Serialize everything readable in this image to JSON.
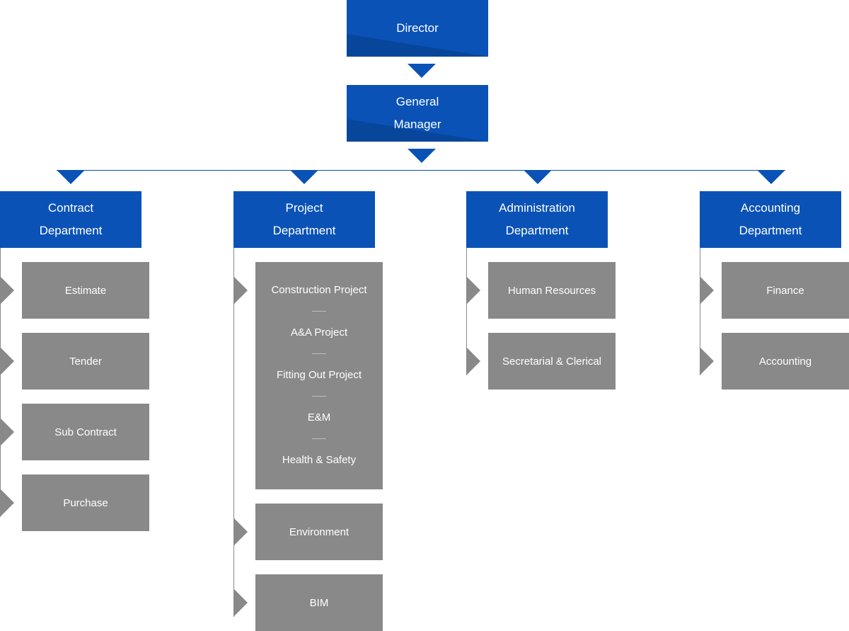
{
  "org": {
    "director": "Director",
    "general_manager": "General\nManager",
    "departments": [
      {
        "title": "Contract\nDepartment",
        "units": [
          "Estimate",
          "Tender",
          "Sub Contract",
          "Purchase"
        ]
      },
      {
        "title": "Project\nDepartment",
        "project_group": [
          "Construction Project",
          "A&A Project",
          "Fitting Out Project",
          "E&M",
          "Health & Safety"
        ],
        "units": [
          "Environment",
          "BIM"
        ]
      },
      {
        "title": "Administration\nDepartment",
        "units": [
          "Human Resources",
          "Secretarial & Clerical"
        ]
      },
      {
        "title": "Accounting\nDepartment",
        "units": [
          "Finance",
          "Accounting"
        ]
      }
    ]
  },
  "colors": {
    "primary_blue": "#0a52b6",
    "unit_grey": "#898989"
  }
}
